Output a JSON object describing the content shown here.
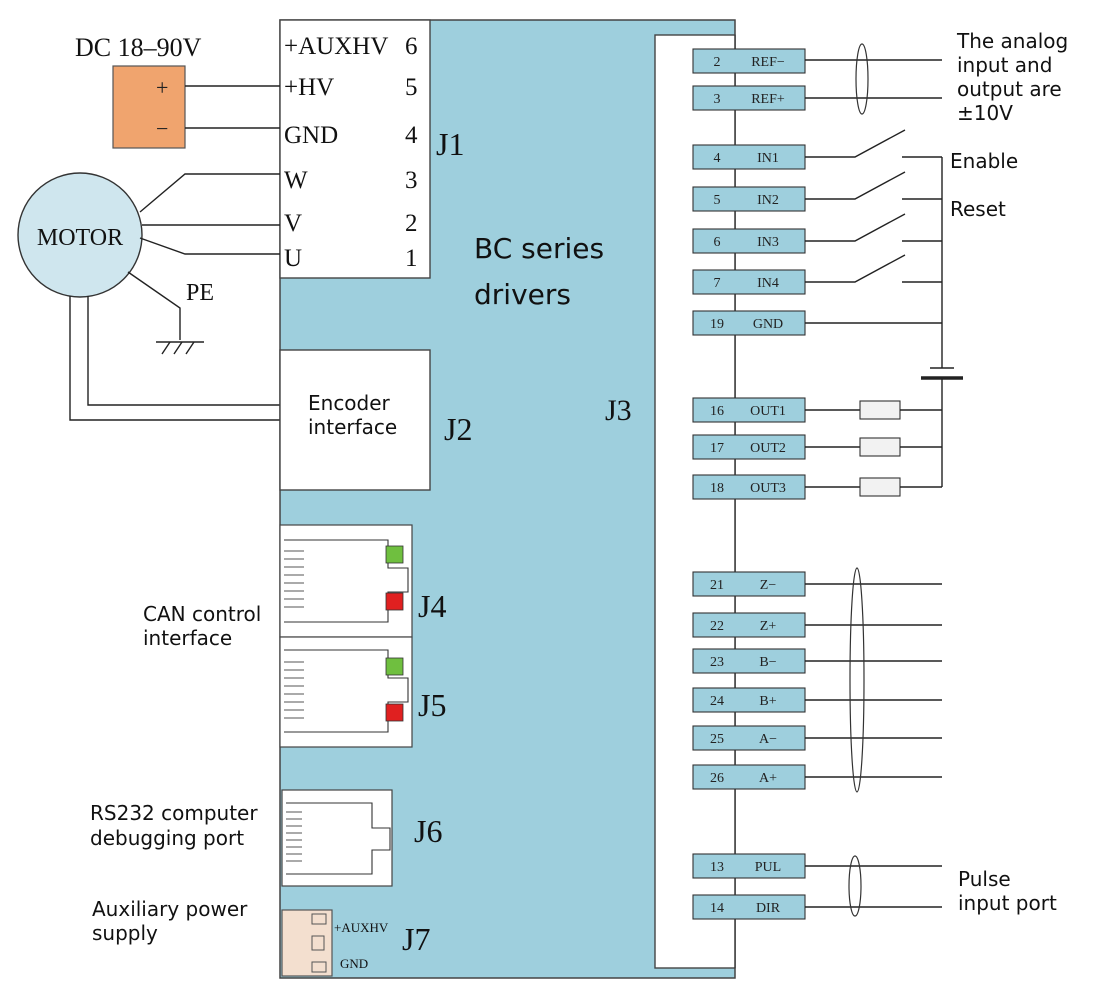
{
  "colors": {
    "board": "#9ecfdd",
    "power_supply": "#f0a46e",
    "motor": "#cfe6ee",
    "led_green": "#6fbf3f",
    "led_red": "#e02020",
    "aux_plug": "#f3dfcf",
    "pin_box": "#9ecfdd"
  },
  "power": {
    "label": "DC  18–90V",
    "plus": "+",
    "minus": "−"
  },
  "motor": {
    "label": "MOTOR",
    "pe": "PE"
  },
  "j1": {
    "label": "J1",
    "pins": [
      {
        "name": "+AUXHV",
        "num": "6"
      },
      {
        "name": "+HV",
        "num": "5"
      },
      {
        "name": "GND",
        "num": "4"
      },
      {
        "name": "W",
        "num": "3"
      },
      {
        "name": "V",
        "num": "2"
      },
      {
        "name": "U",
        "num": "1"
      }
    ]
  },
  "board": {
    "title_line1": "BC series",
    "title_line2": "drivers"
  },
  "j2": {
    "label": "J2",
    "text_line1": "Encoder",
    "text_line2": "interface"
  },
  "j3": {
    "label": "J3",
    "pins": [
      {
        "num": "2",
        "name": "REF−"
      },
      {
        "num": "3",
        "name": "REF+"
      },
      {
        "num": "4",
        "name": "IN1"
      },
      {
        "num": "5",
        "name": "IN2"
      },
      {
        "num": "6",
        "name": "IN3"
      },
      {
        "num": "7",
        "name": "IN4"
      },
      {
        "num": "19",
        "name": "GND"
      },
      {
        "num": "16",
        "name": "OUT1"
      },
      {
        "num": "17",
        "name": "OUT2"
      },
      {
        "num": "18",
        "name": "OUT3"
      },
      {
        "num": "21",
        "name": "Z−"
      },
      {
        "num": "22",
        "name": "Z+"
      },
      {
        "num": "23",
        "name": "B−"
      },
      {
        "num": "24",
        "name": "B+"
      },
      {
        "num": "25",
        "name": "A−"
      },
      {
        "num": "26",
        "name": "A+"
      },
      {
        "num": "13",
        "name": "PUL"
      },
      {
        "num": "14",
        "name": "DIR"
      }
    ]
  },
  "j4": {
    "label": "J4"
  },
  "j5": {
    "label": "J5"
  },
  "can": {
    "line1": "CAN control",
    "line2": "interface"
  },
  "j6": {
    "label": "J6"
  },
  "rs232": {
    "line1": "RS232 computer",
    "line2": "debugging port"
  },
  "j7": {
    "label": "J7",
    "plus_label": "+AUXHV",
    "gnd_label": "GND"
  },
  "aux": {
    "line1": "Auxiliary power",
    "line2": "supply"
  },
  "analog_note": {
    "line1": "The analog",
    "line2": "input and",
    "line3": "output are",
    "line4": "±10V"
  },
  "enable_label": "Enable",
  "reset_label": "Reset",
  "pulse_note": {
    "line1": "Pulse",
    "line2": "input port"
  }
}
